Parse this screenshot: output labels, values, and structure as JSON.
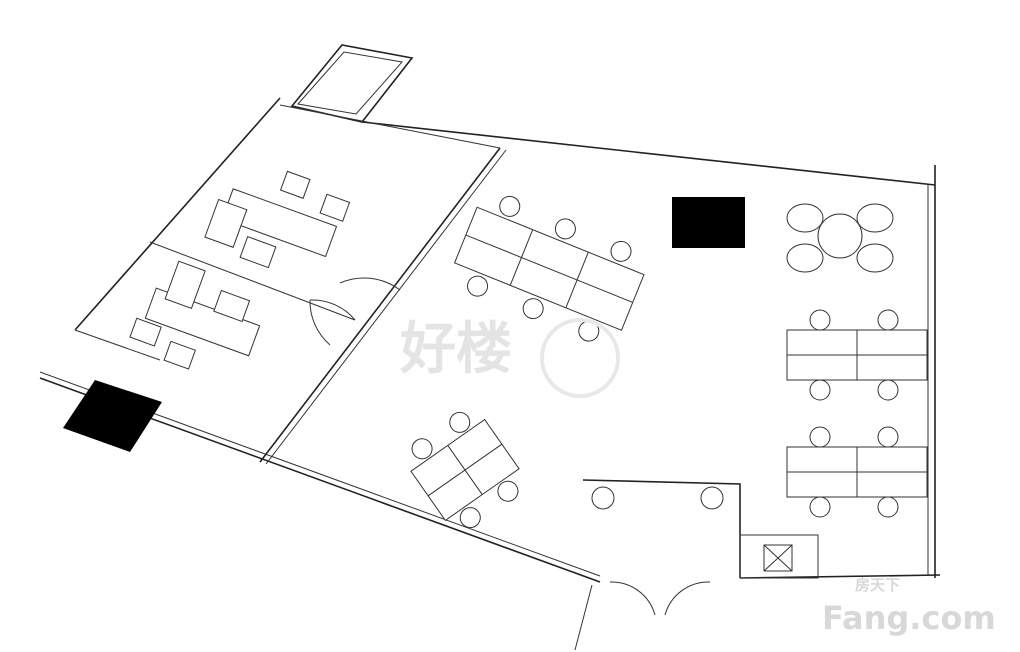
{
  "plan": {
    "watermark_main": "好楼",
    "watermark_logo": "房天下",
    "watermark_brand": "Fang.com",
    "colors": {
      "wall": "#222222",
      "block": "#000000",
      "watermark": "#e4e4e4"
    }
  }
}
